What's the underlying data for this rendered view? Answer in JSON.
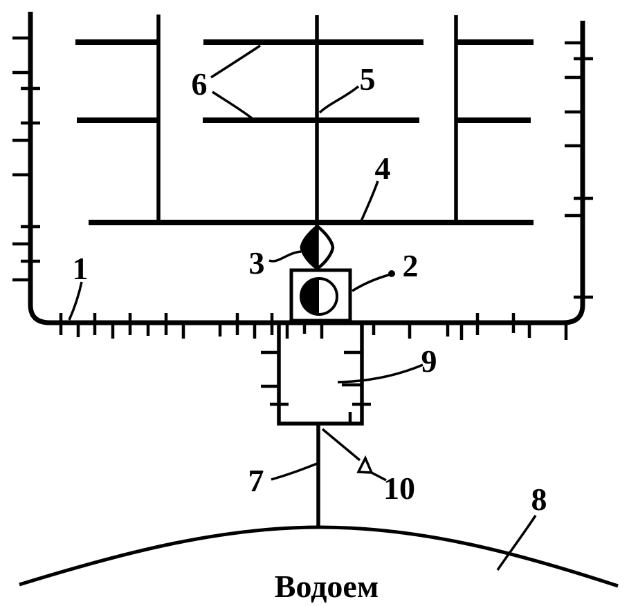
{
  "figure": {
    "background_color": "#ffffff",
    "ink_color": "#000000",
    "callouts": {
      "c1": "1",
      "c2": "2",
      "c3": "3",
      "c4": "4",
      "c5": "5",
      "c6": "6",
      "c7": "7",
      "c8": "8",
      "c9": "9",
      "c10": "10"
    },
    "caption": "Водоем"
  }
}
